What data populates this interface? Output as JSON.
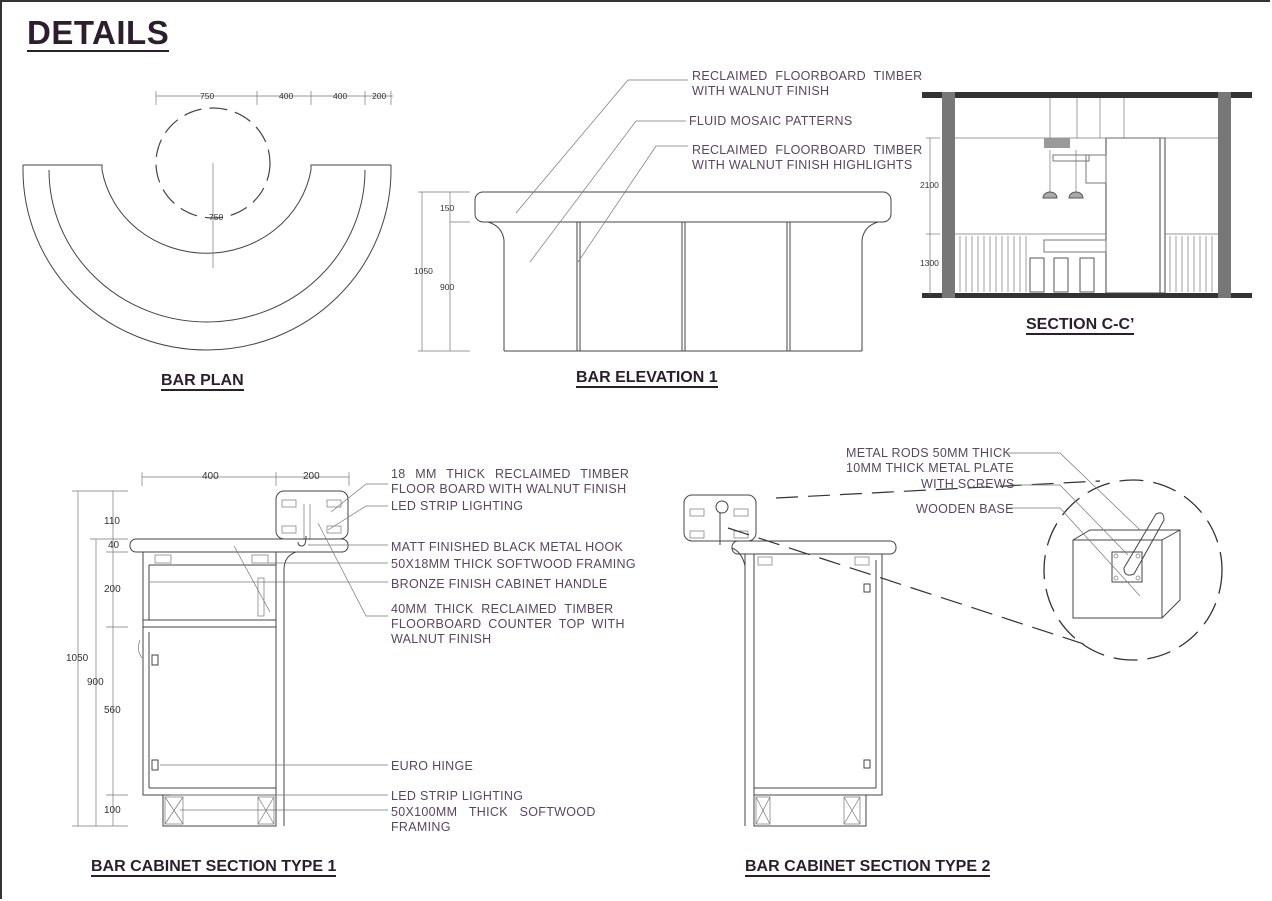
{
  "page": {
    "title": "DETAILS"
  },
  "captions": {
    "bar_plan": "BAR PLAN",
    "bar_elevation": "BAR ELEVATION 1",
    "section_cc": "SECTION C-C’",
    "cabinet_type1": "BAR CABINET SECTION TYPE 1",
    "cabinet_type2": "BAR CABINET SECTION TYPE 2"
  },
  "elevation_notes": {
    "n1a": "RECLAIMED FLOORBOARD TIMBER",
    "n1b": "WITH WALNUT FINISH",
    "n2": "FLUID MOSAIC PATTERNS",
    "n3a": "RECLAIMED FLOORBOARD TIMBER",
    "n3b": "WITH WALNUT FINISH HIGHLIGHTS"
  },
  "type1_notes": {
    "n1a": "18 MM THICK RECLAIMED TIMBER",
    "n1b": "FLOOR BOARD WITH WALNUT FINISH",
    "n2": "LED STRIP LIGHTING",
    "n3": "MATT FINISHED BLACK METAL HOOK",
    "n4": "50X18MM THICK SOFTWOOD FRAMING",
    "n5": "BRONZE FINISH CABINET HANDLE",
    "n6a": "40MM THICK RECLAIMED TIMBER",
    "n6b": "FLOORBOARD COUNTER TOP WITH",
    "n6c": "WALNUT FINISH",
    "n7": "EURO HINGE",
    "n8": "LED STRIP LIGHTING",
    "n9a": "50X100MM THICK SOFTWOOD",
    "n9b": "FRAMING"
  },
  "type2_notes": {
    "n1": "METAL RODS 50MM THICK",
    "n2a": "10MM THICK METAL PLATE",
    "n2b": "WITH SCREWS",
    "n3": "WOODEN BASE"
  },
  "dimensions": {
    "plan_750": "750",
    "plan_400a": "400",
    "plan_400b": "400",
    "plan_200": "200",
    "plan_radius": "750",
    "elev_150": "150",
    "elev_1050": "1050",
    "elev_900": "900",
    "sec_2100": "2100",
    "sec_1300": "1300",
    "t1_400": "400",
    "t1_200": "200",
    "t1_110": "110",
    "t1_40": "40",
    "t1_200v": "200",
    "t1_1050": "1050",
    "t1_900": "900",
    "t1_560": "560",
    "t1_100": "100"
  }
}
